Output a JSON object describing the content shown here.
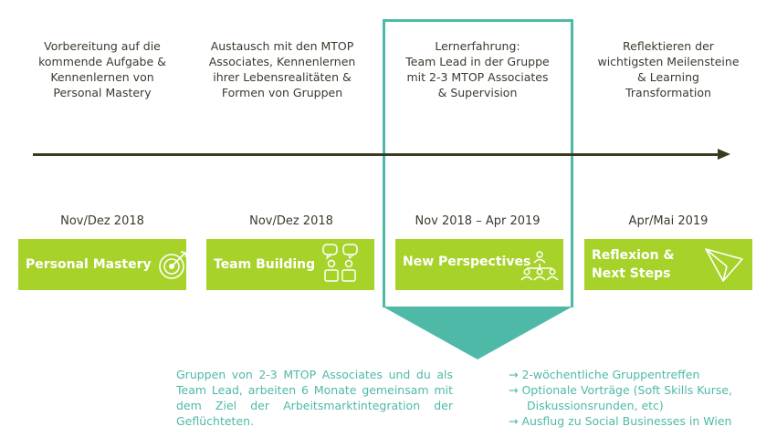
{
  "phases": [
    {
      "description": [
        "Vorbereitung auf die",
        "kommende Aufgabe &",
        "Kennenlernen von",
        "Personal Mastery"
      ],
      "date": "Nov/Dez 2018",
      "box_label": [
        "Personal Mastery"
      ],
      "icon": "target-icon"
    },
    {
      "description": [
        "Austausch mit den MTOP",
        "Associates, Kennenlernen",
        "ihrer Lebensrealitäten &",
        "Formen von Gruppen"
      ],
      "date": "Nov/Dez 2018",
      "box_label": [
        "Team Building"
      ],
      "icon": "team-speech-bubbles-icon"
    },
    {
      "description": [
        "Lernerfahrung:",
        "Team Lead in der Gruppe",
        "mit 2-3 MTOP Associates",
        "& Supervision"
      ],
      "date": "Nov 2018 – Apr 2019",
      "box_label": [
        "New Perspectives"
      ],
      "icon": "group-hierarchy-icon"
    },
    {
      "description": [
        "Reflektieren der",
        "wichtigsten Meilensteine",
        "& Learning",
        "Transformation"
      ],
      "date": "Apr/Mai 2019",
      "box_label": [
        "Reflexion &",
        "Next Steps"
      ],
      "icon": "paper-plane-icon"
    }
  ],
  "detail_text": "Gruppen von 2-3 MTOP Associates und du als Team Lead, arbeiten 6 Monate gemeinsam mit dem Ziel der Arbeitsmarktintegration der Geflüchteten.",
  "detail_bullets": [
    [
      "→ 2-wöchentliche Gruppentreffen"
    ],
    [
      "→ Optionale Vorträge (Soft Skills Kurse,",
      "Diskussionsrunden, etc)"
    ],
    [
      "→ Ausflug zu Social Businesses in Wien"
    ]
  ],
  "colors": {
    "green": "#a6d22a",
    "teal": "#4fb9a8",
    "dark": "#3b3a1f"
  }
}
